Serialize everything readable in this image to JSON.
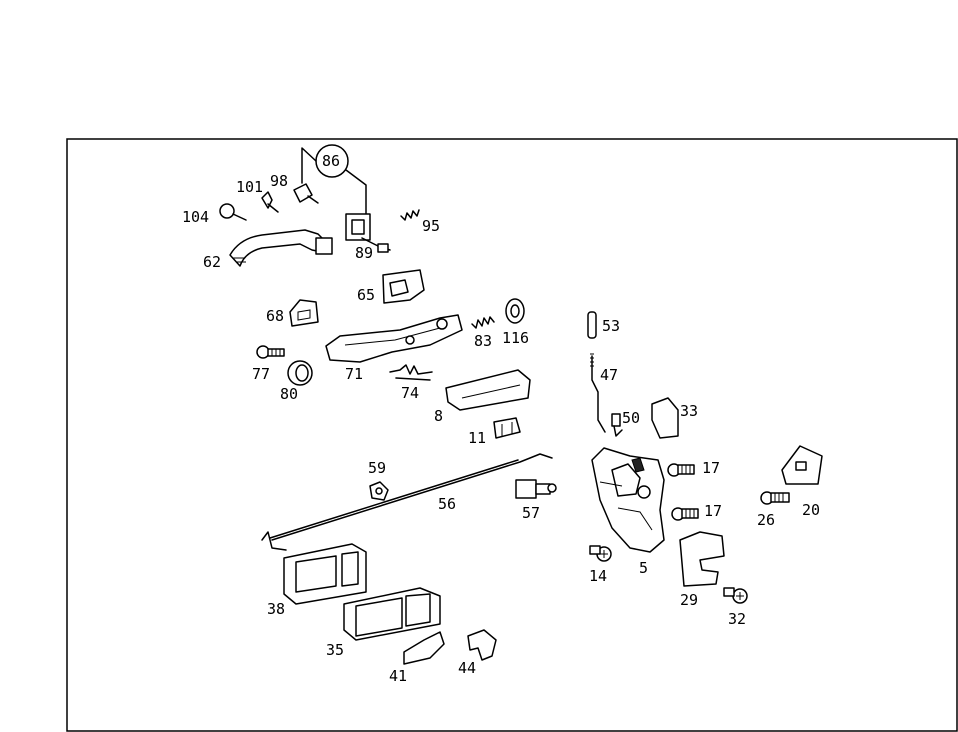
{
  "callouts": {
    "c86": "86",
    "c98": "98",
    "c101": "101",
    "c104": "104",
    "c95": "95",
    "c89": "89",
    "c62": "62",
    "c65": "65",
    "c68": "68",
    "c83": "83",
    "c116": "116",
    "c53": "53",
    "c71": "71",
    "c77": "77",
    "c80": "80",
    "c74": "74",
    "c47": "47",
    "c8": "8",
    "c50": "50",
    "c33": "33",
    "c11": "11",
    "c17a": "17",
    "c17b": "17",
    "c59": "59",
    "c56": "56",
    "c57": "57",
    "c26": "26",
    "c20": "20",
    "c14": "14",
    "c5": "5",
    "c38": "38",
    "c29": "29",
    "c32": "32",
    "c35": "35",
    "c41": "41",
    "c44": "44"
  }
}
